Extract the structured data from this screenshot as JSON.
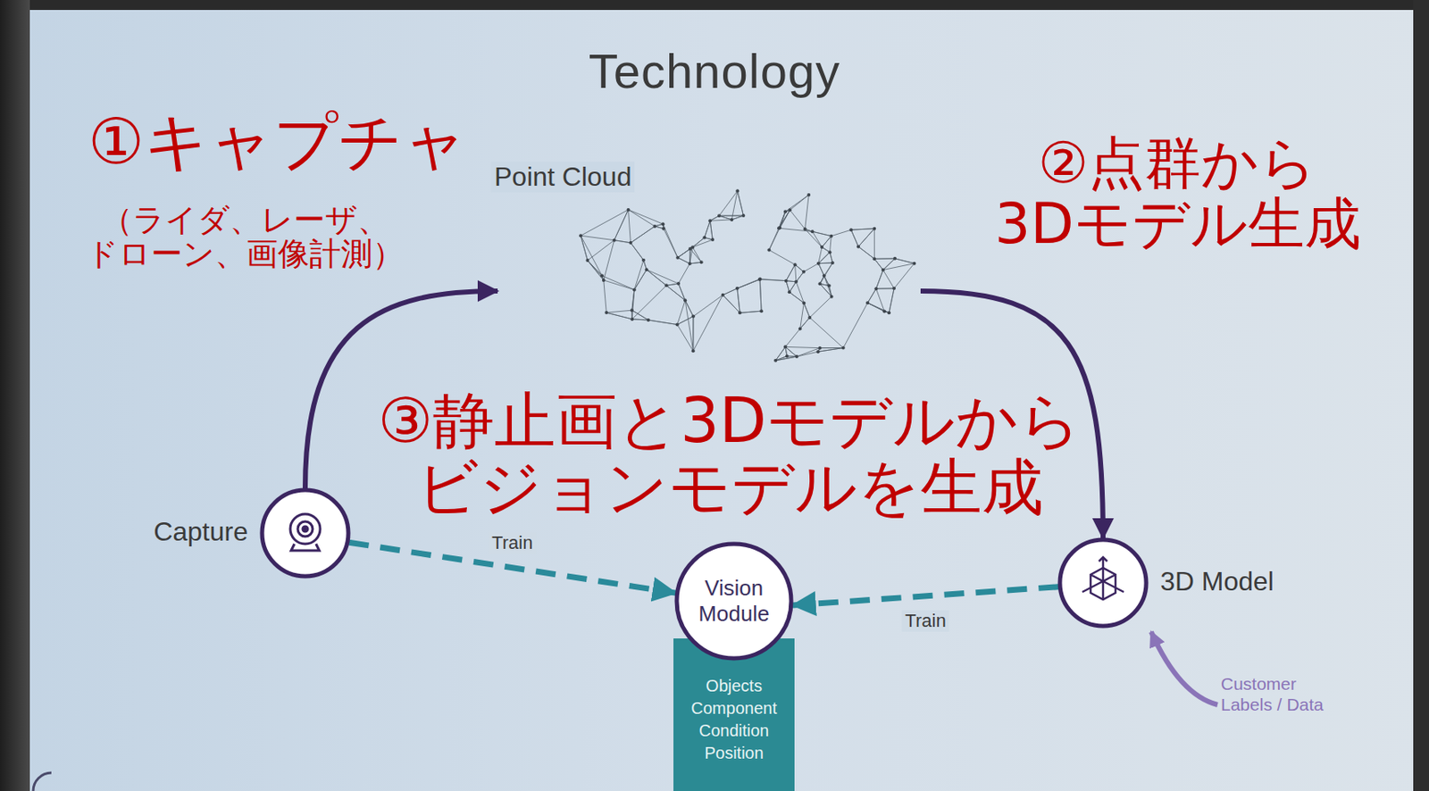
{
  "diagram": {
    "title": "Technology",
    "nodes": [
      {
        "text": [
          "Capture"
        ]
      },
      {
        "text": [
          "Point Cloud"
        ]
      },
      {
        "text": [
          "3D Model"
        ]
      },
      {
        "text": [
          "Vision Module"
        ]
      },
      {
        "text": [
          "Objects Component Condition Position"
        ]
      }
    ],
    "edges": [
      {
        "from": 0,
        "to": 1,
        "arrow": "to"
      },
      {
        "from": 1,
        "to": 2,
        "arrow": "to"
      },
      {
        "from": 0,
        "to": 3,
        "label": "Train",
        "arrow": "to"
      },
      {
        "from": 2,
        "to": 3,
        "label": "Train",
        "arrow": "to"
      }
    ],
    "labels": [
      "①キャプチャ",
      "（ライダ、レーザ、 ドローン、画像計測）",
      "②点群から 3Dモデル生成",
      "③静止画と3Dモデルから ビジョンモデルを生成",
      "Customer Labels / Data"
    ]
  }
}
